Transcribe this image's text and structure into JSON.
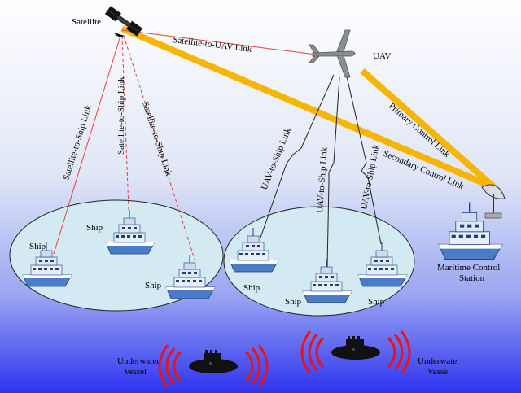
{
  "labels": {
    "satellite": "Satellite",
    "uav": "UAV",
    "sat_uav_link": "Satellite-to-UAV Link",
    "primary_control_link": "Primary Control Link",
    "secondary_control_link": "Secondary Control Link",
    "sat_ship_link_1": "Satellite-to-Ship Link",
    "sat_ship_link_2": "Satellite-to-Ship Link",
    "sat_ship_link_3": "Satellite-to-Ship Link",
    "uav_ship_link_1": "UAV-to-Ship Link",
    "uav_ship_link_2": "UAV-to-Ship Link",
    "uav_ship_link_3": "UAV-to-Ship Link",
    "ship_1": "Ship",
    "ship_2": "Ship",
    "ship_3": "Ship",
    "ship_4": "Ship",
    "ship_5": "Ship",
    "ship_6": "Ship",
    "station_line1": "Maritime Control",
    "station_line2": "Station",
    "underwater_left_line1": "Underwater",
    "underwater_left_line2": "Vessel",
    "underwater_right_line1": "Underwater",
    "underwater_right_line2": "Vessel"
  },
  "colors": {
    "sky_top": "#ffffff",
    "sea_top": "#dde4f4",
    "sea_bottom": "#3a3af0",
    "control_link": "#f7b500",
    "satellite_link": "#e8403a",
    "uav_link": "#222222",
    "coverage_fill": "#d3eaf2",
    "wave": "#e8141c"
  }
}
